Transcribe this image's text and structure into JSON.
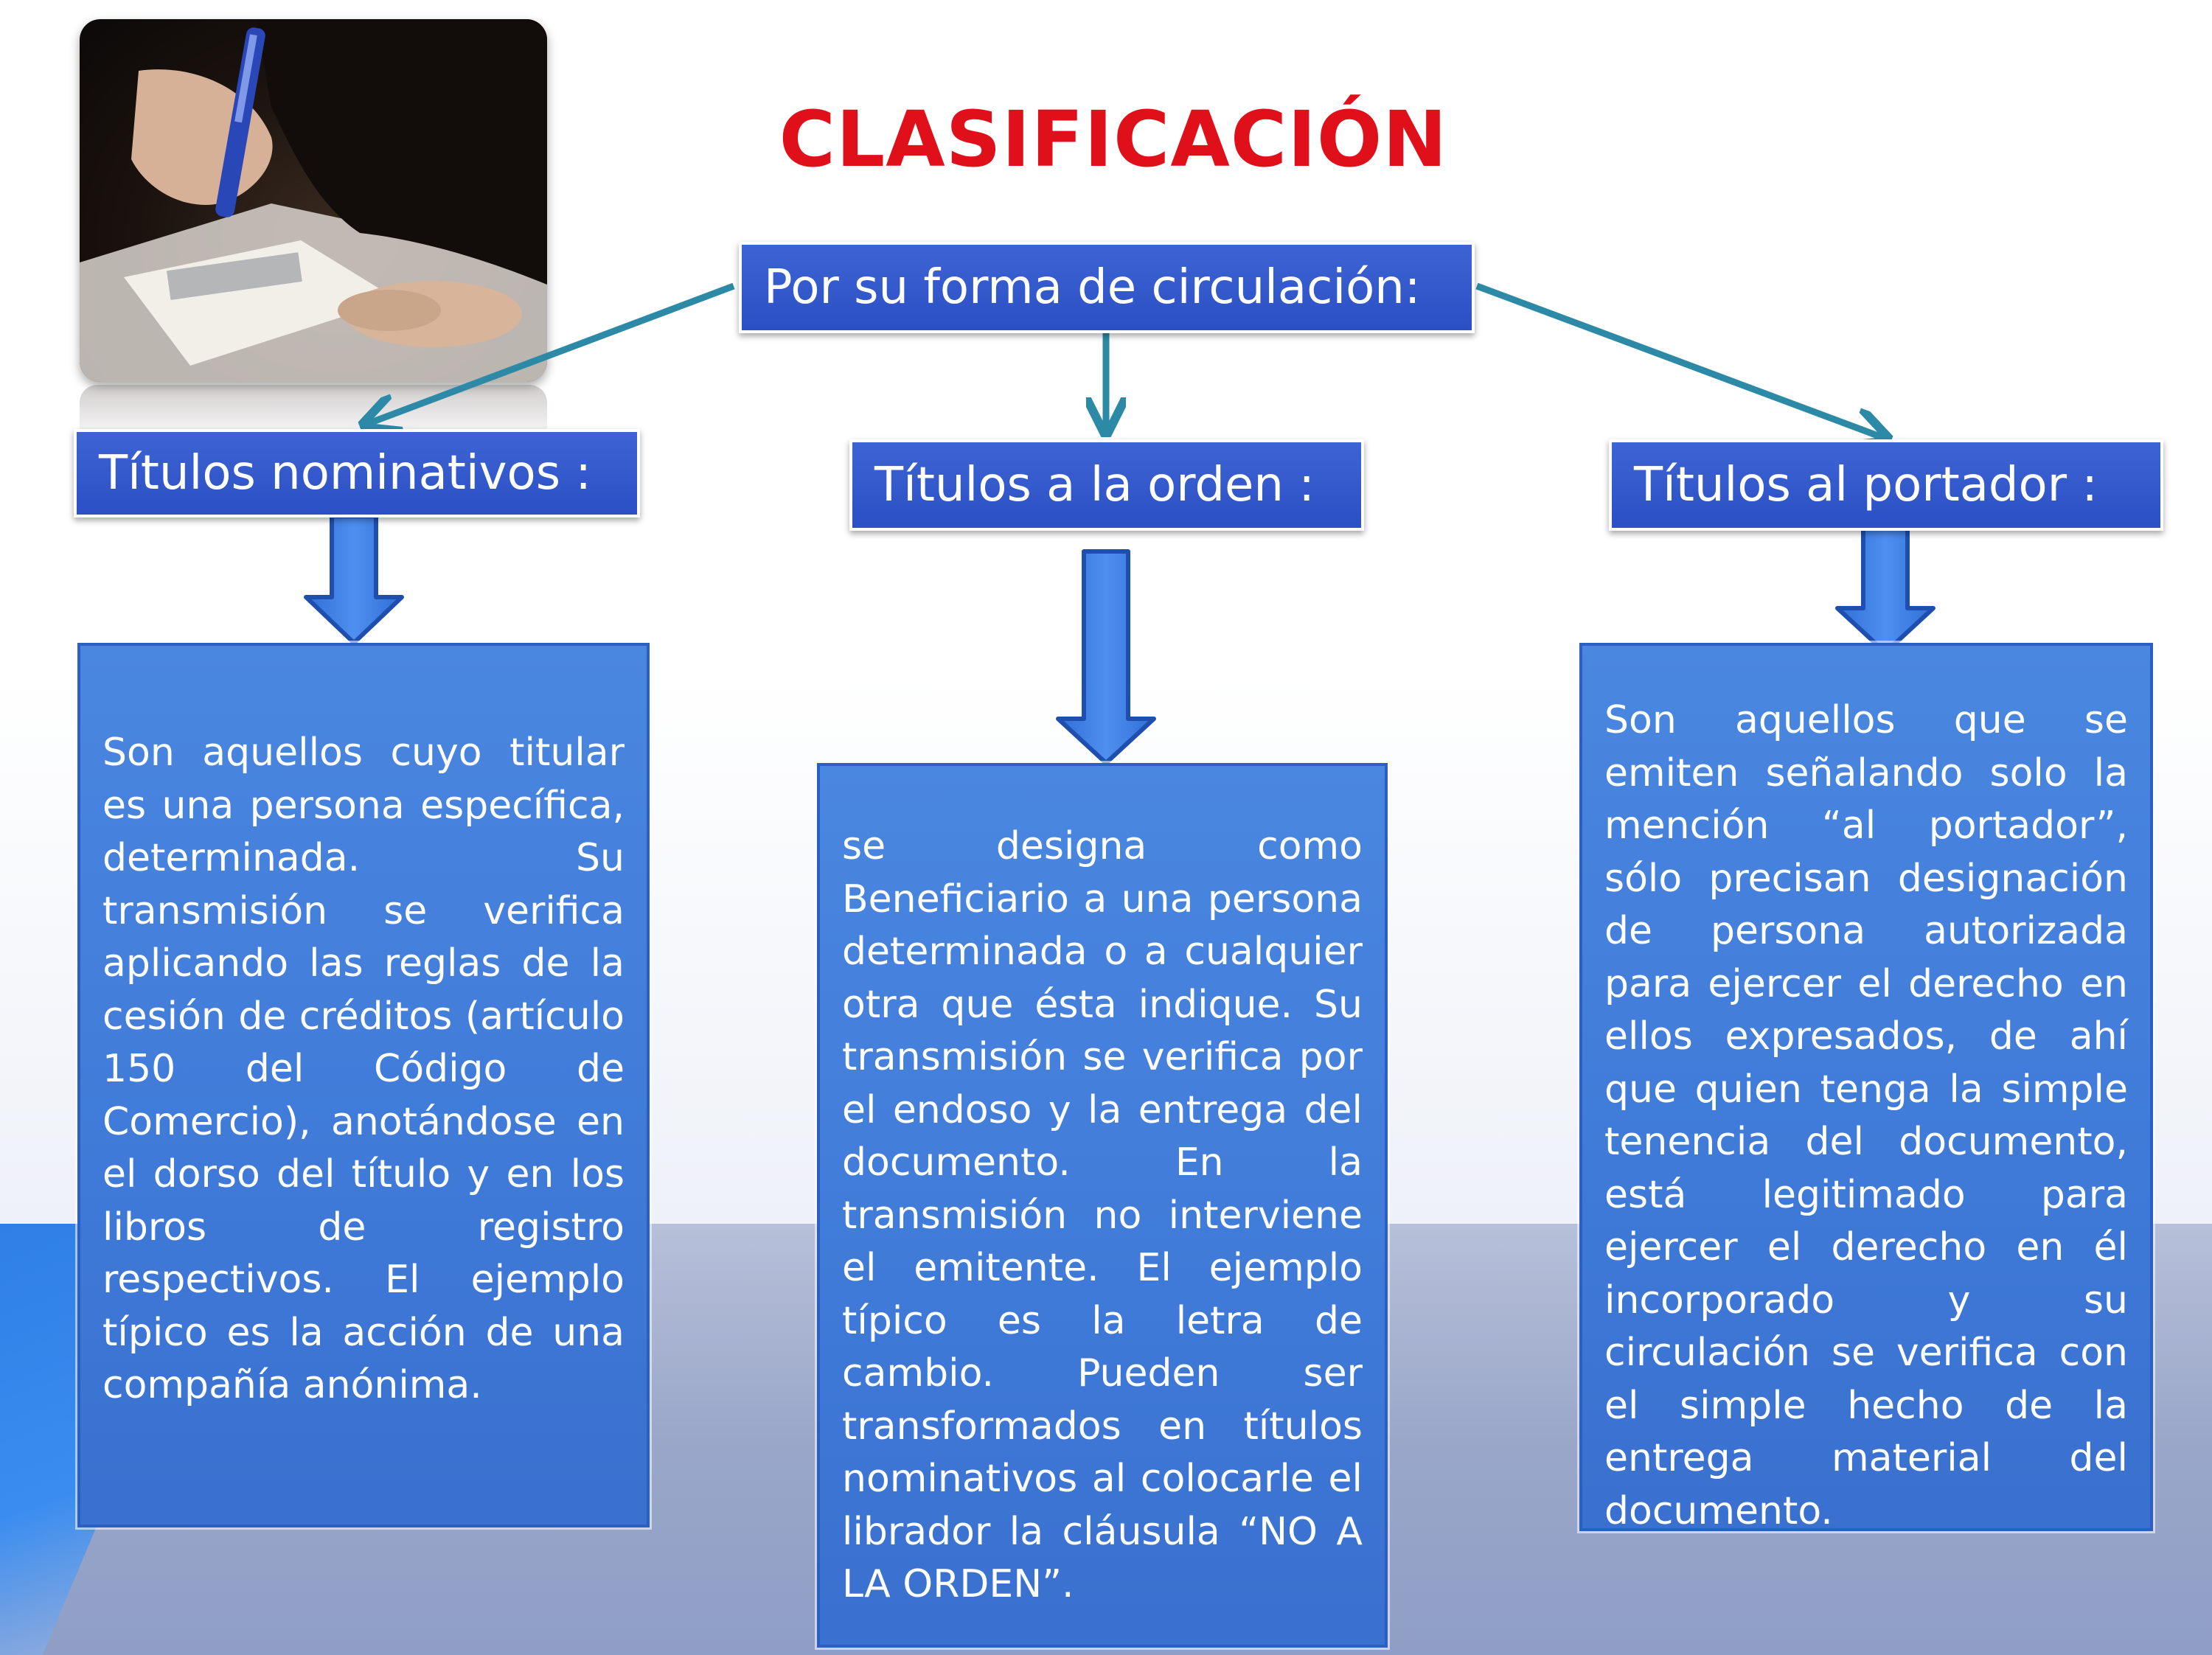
{
  "title": "CLASIFICACIÓN",
  "root": {
    "label": "Por su forma de circulación:"
  },
  "categories": [
    {
      "label": "Títulos nominativos :",
      "description": "Son aquellos cuyo titular es una persona específica, determinada. Su transmisión se verifica aplicando las reglas de la cesión de créditos (artículo 150 del Código de Comercio), anotándose en el dorso del título y en los libros de registro respectivos. El ejemplo típico es la acción de una compañía anónima."
    },
    {
      "label": "Títulos a la orden :",
      "description": "se designa como Beneficiario a una persona determinada o a cualquier otra que ésta indique. Su transmisión se verifica por el endoso y la entrega del documento. En la transmisión no interviene el emitente. El ejemplo típico es la letra de cambio. Pueden ser transformados en títulos nominativos al colocarle el librador la cláusula “NO A LA ORDEN”."
    },
    {
      "label": "Títulos  al portador :",
      "description": "Son aquellos que se emiten señalando solo la mención “al portador”, sólo precisan designación de persona autorizada para ejercer el derecho en ellos expresados, de ahí que quien tenga la simple tenencia del documento, está legitimado para ejercer el derecho en él incorporado y su circulación se verifica con el simple hecho de la entrega material del documento."
    }
  ],
  "colors": {
    "title": "#e0101a",
    "box_dark": "#2b4fc4",
    "box_light": "#4a87e0",
    "connector": "#2d8aa6"
  }
}
